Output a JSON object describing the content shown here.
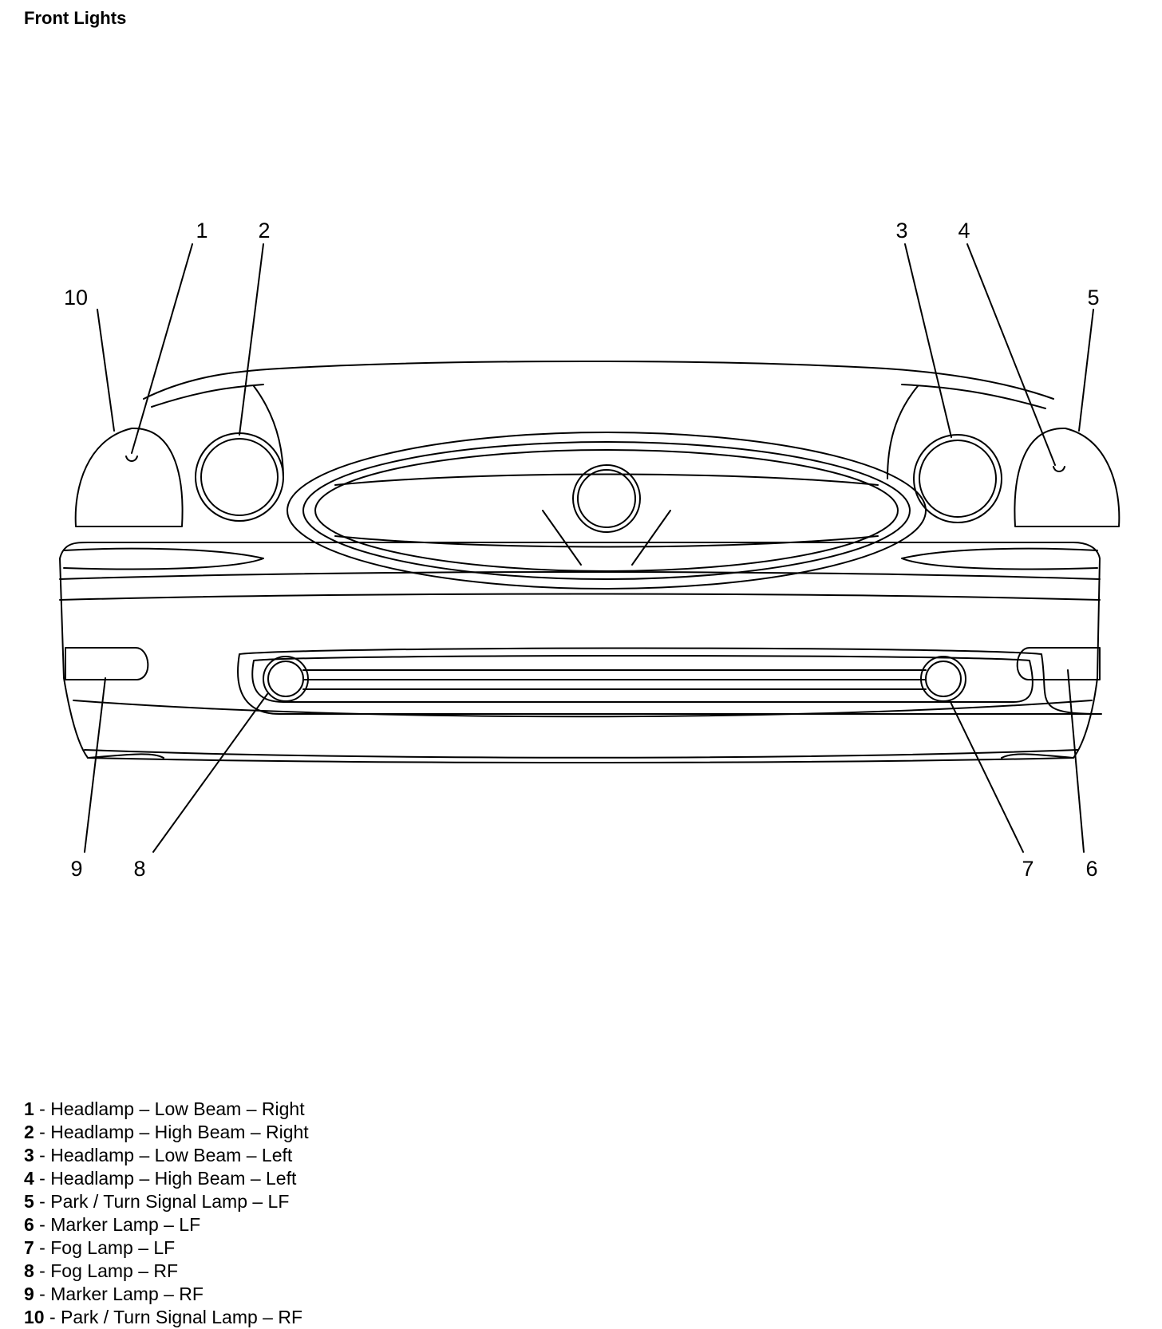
{
  "title": "Front Lights",
  "callouts": [
    {
      "num": "1"
    },
    {
      "num": "2"
    },
    {
      "num": "3"
    },
    {
      "num": "4"
    },
    {
      "num": "5"
    },
    {
      "num": "6"
    },
    {
      "num": "7"
    },
    {
      "num": "8"
    },
    {
      "num": "9"
    },
    {
      "num": "10"
    }
  ],
  "legend": [
    {
      "num": "1",
      "sep": " - ",
      "text": "Headlamp – Low Beam – Right"
    },
    {
      "num": "2",
      "sep": " - ",
      "text": "Headlamp – High Beam – Right"
    },
    {
      "num": "3",
      "sep": " - ",
      "text": "Headlamp – Low Beam – Left"
    },
    {
      "num": "4",
      "sep": " - ",
      "text": "Headlamp – High Beam – Left"
    },
    {
      "num": "5",
      "sep": " - ",
      "text": "Park / Turn Signal Lamp – LF"
    },
    {
      "num": "6",
      "sep": " - ",
      "text": "Marker Lamp – LF"
    },
    {
      "num": "7",
      "sep": " - ",
      "text": "Fog Lamp – LF"
    },
    {
      "num": "8",
      "sep": " - ",
      "text": "Fog Lamp – RF"
    },
    {
      "num": "9",
      "sep": " - ",
      "text": "Marker Lamp – RF"
    },
    {
      "num": "10",
      "sep": " - ",
      "text": "Park / Turn Signal Lamp – RF"
    }
  ]
}
